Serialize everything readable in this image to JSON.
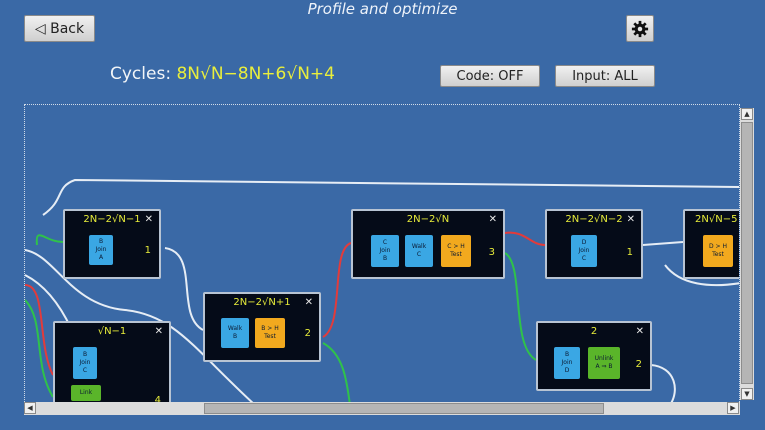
{
  "header": {
    "title": "Profile and optimize",
    "back_label": "◁ Back",
    "settings_icon": "gear-icon"
  },
  "metrics": {
    "cycles_label": "Cycles:",
    "cycles_formula": "8N√N−8N+6√N+4",
    "code_toggle": "Code: OFF",
    "input_toggle": "Input: ALL"
  },
  "nodes": [
    {
      "title": "2N−2√N−1",
      "count": "1",
      "instructions": [
        {
          "top": "B",
          "mid": "Join",
          "bot": "A",
          "color": "blue"
        }
      ]
    },
    {
      "title": "√N−1",
      "count": "4",
      "instructions": [
        {
          "top": "B",
          "mid": "Join",
          "bot": "C",
          "color": "blue"
        },
        {
          "top": "",
          "mid": "Link",
          "bot": "",
          "color": "green"
        }
      ]
    },
    {
      "title": "2N−2√N+1",
      "count": "2",
      "instructions": [
        {
          "top": "",
          "mid": "Walk",
          "bot": "B",
          "color": "blue"
        },
        {
          "top": "B > H",
          "mid": "Test",
          "bot": "",
          "color": "orange"
        }
      ]
    },
    {
      "title": "2N−2√N",
      "count": "3",
      "instructions": [
        {
          "top": "C",
          "mid": "Join",
          "bot": "B",
          "color": "blue"
        },
        {
          "top": "",
          "mid": "Walk",
          "bot": "C",
          "color": "blue"
        },
        {
          "top": "C > H",
          "mid": "Test",
          "bot": "",
          "color": "orange"
        }
      ]
    },
    {
      "title": "2N−2√N−2",
      "count": "1",
      "instructions": [
        {
          "top": "D",
          "mid": "Join",
          "bot": "C",
          "color": "blue"
        }
      ]
    },
    {
      "title": "2N√N−5",
      "count": "",
      "instructions": [
        {
          "top": "D > H",
          "mid": "Test",
          "bot": "",
          "color": "orange"
        }
      ]
    },
    {
      "title": "2",
      "count": "2",
      "instructions": [
        {
          "top": "B",
          "mid": "Join",
          "bot": "D",
          "color": "blue"
        },
        {
          "top": "Unlink",
          "mid": "A ⇒ B",
          "bot": "",
          "color": "green"
        }
      ]
    }
  ],
  "colors": {
    "background": "#3a69a6",
    "accent_yellow": "#e9ee3c",
    "wire_red": "#e23b3b",
    "wire_green": "#2fc24a",
    "wire_white": "#e6edf5",
    "node_bg": "#050b18"
  }
}
